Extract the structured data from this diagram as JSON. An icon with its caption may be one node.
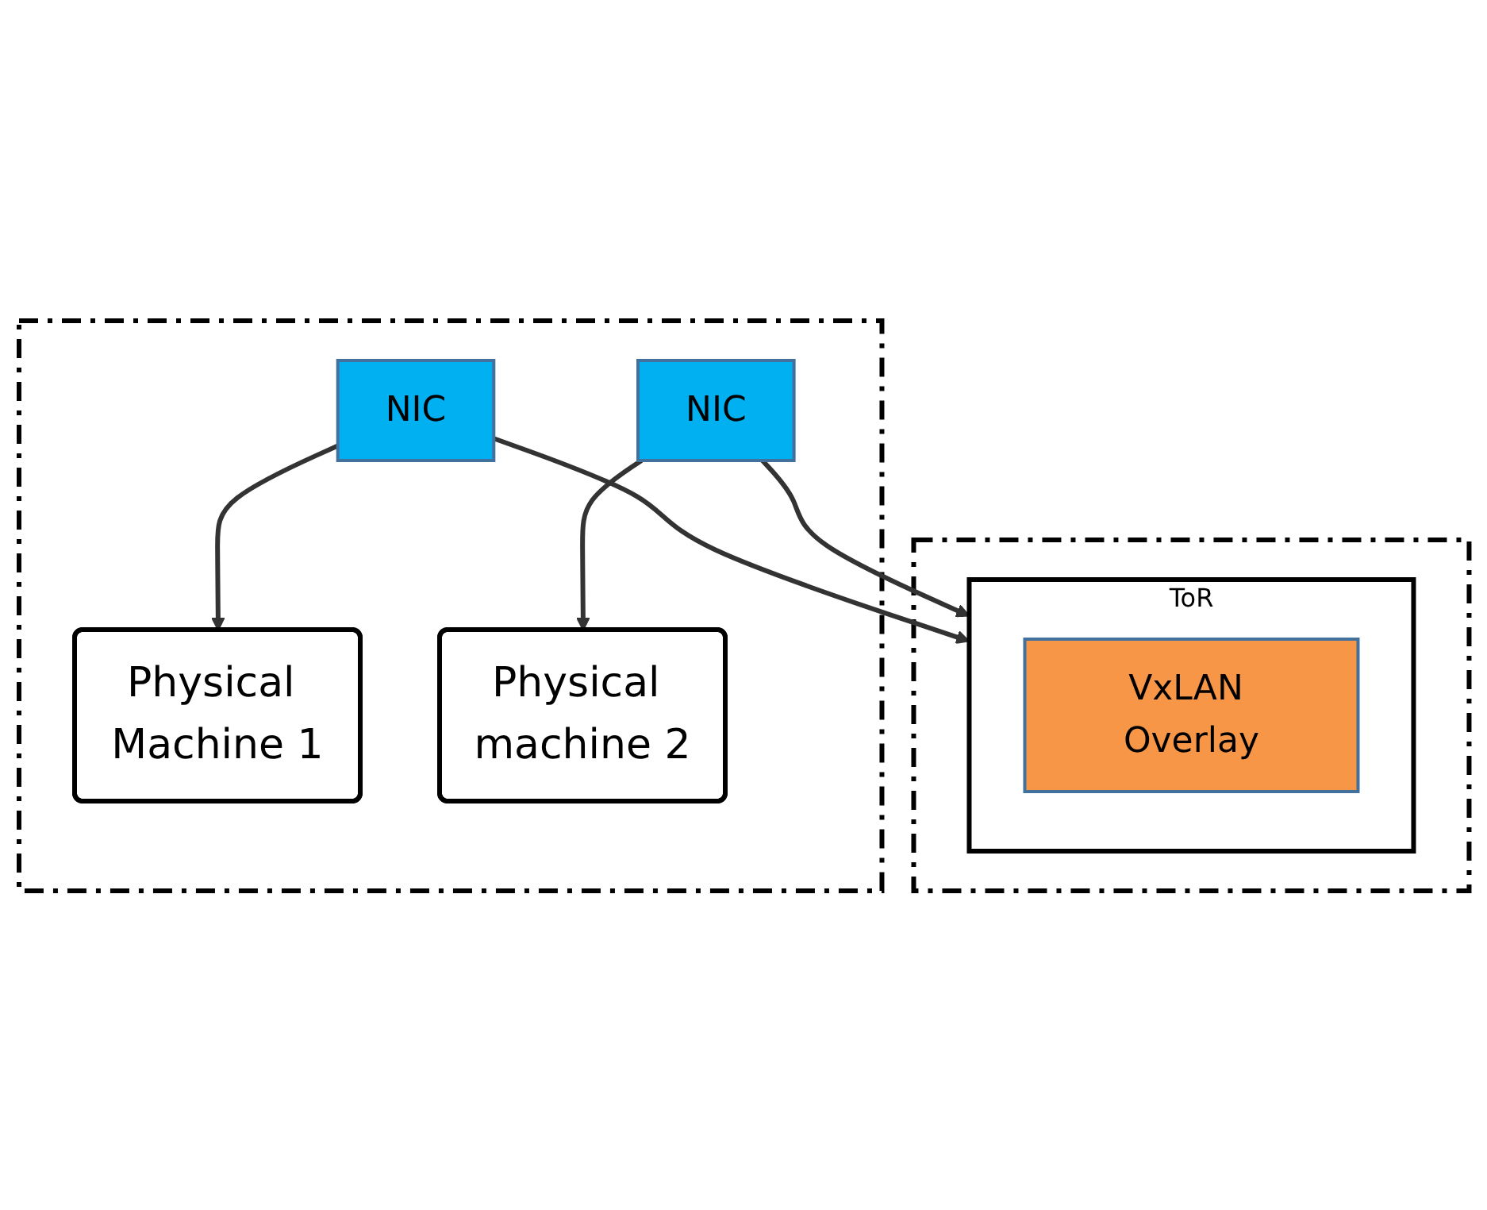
{
  "diagram": {
    "nodes": [
      {
        "text": [],
        "shape": "box"
      },
      {
        "text": [
          "Physical Machine 1"
        ],
        "in": 0
      },
      {
        "text": [
          "Physical machine 2"
        ],
        "in": 0
      },
      {
        "text": [
          "NIC"
        ],
        "in": 0
      },
      {
        "text": [
          "NIC"
        ],
        "in": 0
      },
      {
        "text": [],
        "shape": "box"
      },
      {
        "text": [
          "ToR"
        ],
        "in": 5
      },
      {
        "text": [
          "VxLAN Overlay"
        ],
        "in": 6
      }
    ],
    "edges": [
      {
        "from": 3,
        "to": 1,
        "arrow": "to"
      },
      {
        "from": 4,
        "to": 2,
        "arrow": "to"
      },
      {
        "from": 3,
        "to": 6,
        "arrow": "to"
      },
      {
        "from": 4,
        "to": 6,
        "arrow": "to"
      }
    ]
  }
}
